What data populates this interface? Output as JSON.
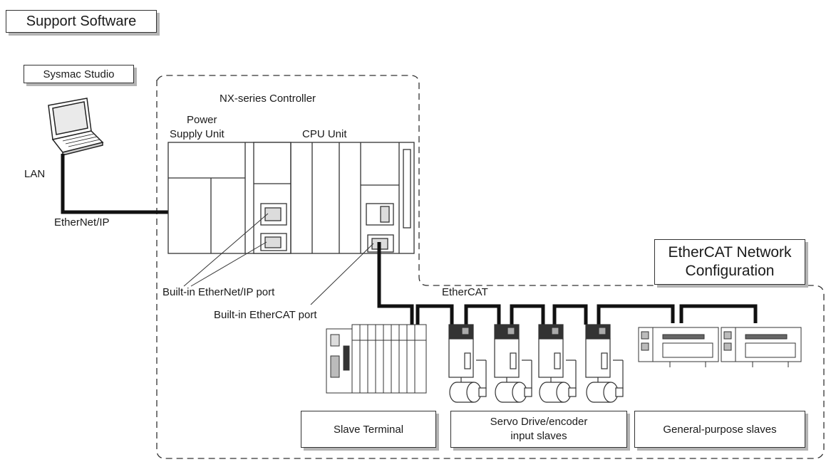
{
  "labels": {
    "support_software": "Support Software",
    "sysmac_studio": "Sysmac Studio",
    "lan": "LAN",
    "ethernet_ip": "EtherNet/IP",
    "nx_controller": "NX-series Controller",
    "power_supply_line1": "Power",
    "power_supply_line2": "Supply Unit",
    "cpu_unit": "CPU Unit",
    "builtin_ethernetip_port": "Built-in EtherNet/IP port",
    "builtin_ethercat_port": "Built-in EtherCAT port",
    "ethercat": "EtherCAT",
    "ethercat_network_line1": "EtherCAT Network",
    "ethercat_network_line2": "Configuration",
    "slave_terminal": "Slave Terminal",
    "servo_line1": "Servo Drive/encoder",
    "servo_line2": "input slaves",
    "general_purpose": "General-purpose slaves"
  }
}
